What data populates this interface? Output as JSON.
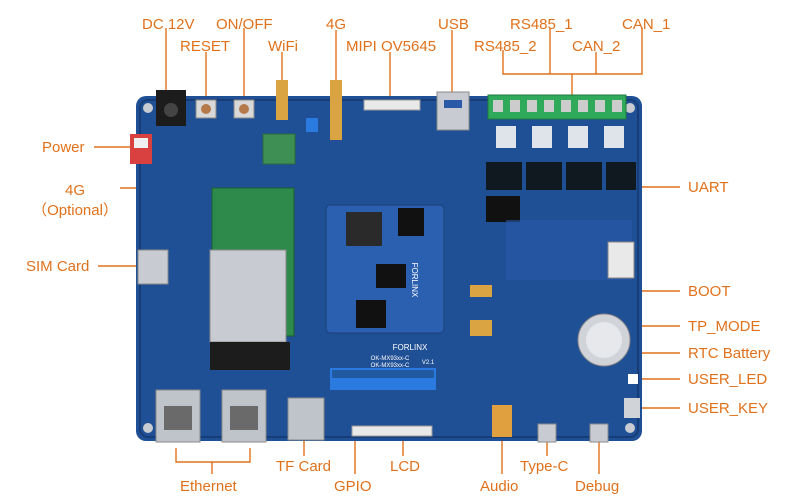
{
  "colors": {
    "accent": "#e0711b",
    "pcb": "#1f4f95",
    "pcb_dark": "#173d78",
    "connector_green": "#2faa5a",
    "module": "#2e8a4a",
    "silver": "#c8ccd2"
  },
  "board": {
    "core_brand": "FORLINX",
    "core_model_1": "OK-MX93xx-C",
    "core_model_2": "OK-MX93xx-C",
    "core_version": "V2.1",
    "silk_logo": "FORLINX"
  },
  "labels": {
    "dc12v": "DC 12V",
    "reset": "RESET",
    "onoff": "ON/OFF",
    "wifi": "WiFi",
    "g4": "4G",
    "mipi": "MIPI OV5645",
    "usb": "USB",
    "rs485_1": "RS485_1",
    "rs485_2": "RS485_2",
    "can_1": "CAN_1",
    "can_2": "CAN_2",
    "power": "Power",
    "g4_opt_1": "4G",
    "g4_opt_2": "（Optional）",
    "sim": "SIM Card",
    "uart": "UART",
    "boot": "BOOT",
    "tp_mode": "TP_MODE",
    "rtc": "RTC Battery",
    "user_led": "USER_LED",
    "user_key": "USER_KEY",
    "ethernet": "Ethernet",
    "tfcard": "TF Card",
    "gpio": "GPIO",
    "lcd": "LCD",
    "audio": "Audio",
    "typec": "Type-C",
    "debug": "Debug"
  }
}
